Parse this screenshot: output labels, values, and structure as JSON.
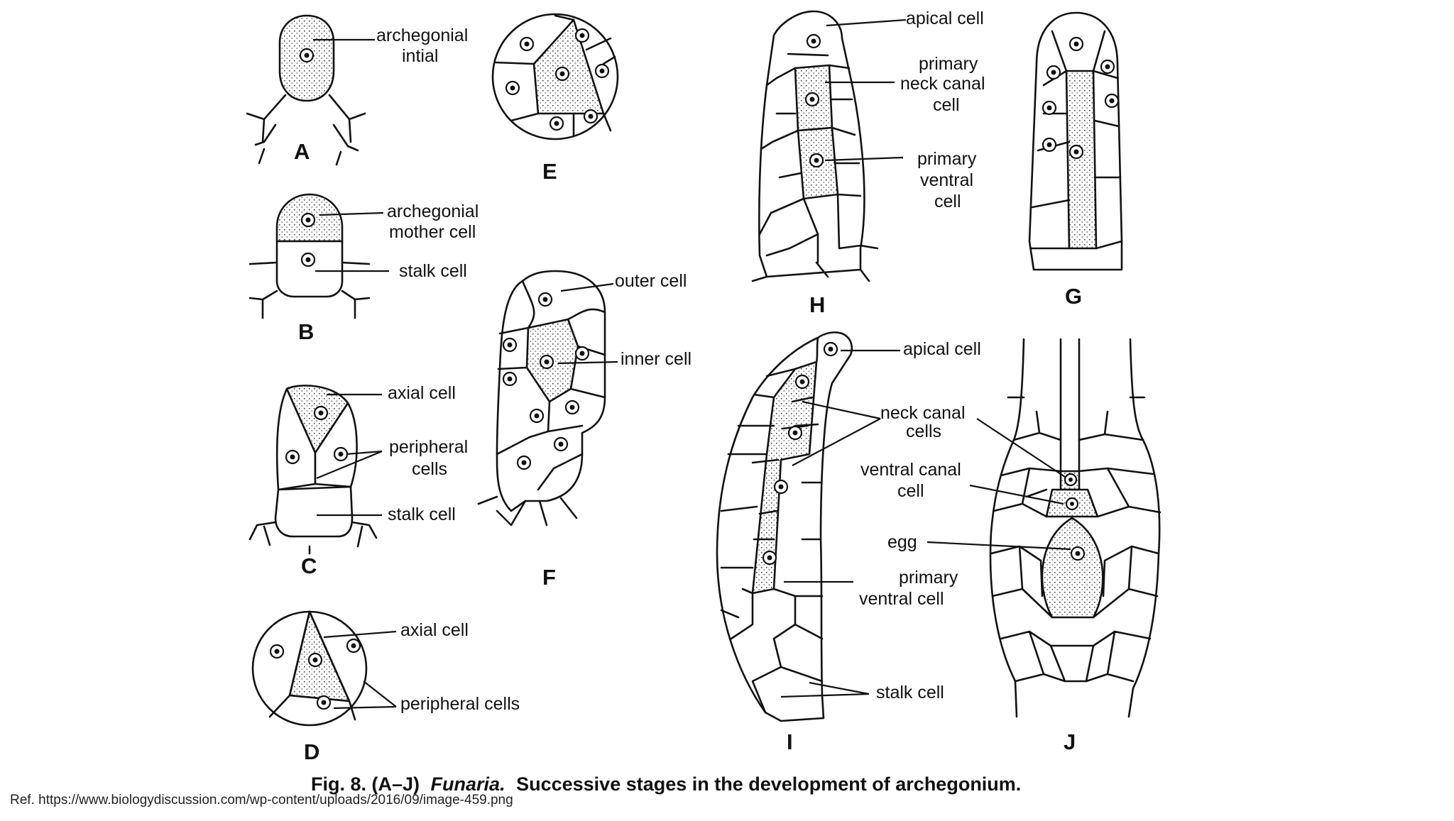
{
  "figure": {
    "caption_prefix": "Fig. 8. (A–J)",
    "caption_genus": "Funaria.",
    "caption_text": "Successive stages in the development of archegonium.",
    "reference": "Ref. https://www.biologydiscussion.com/wp-content/uploads/2016/09/image-459.png"
  },
  "panels": {
    "A": {
      "letter": "A",
      "labels": [
        "archegonial",
        "intial"
      ]
    },
    "B": {
      "letter": "B",
      "labels": [
        "archegonial",
        "mother cell",
        "stalk cell"
      ]
    },
    "C": {
      "letter": "C",
      "labels": [
        "axial cell",
        "peripheral",
        "cells",
        "stalk cell"
      ]
    },
    "D": {
      "letter": "D",
      "labels": [
        "axial cell",
        "peripheral cells"
      ]
    },
    "E": {
      "letter": "E"
    },
    "F": {
      "letter": "F",
      "labels": [
        "outer cell",
        "inner cell"
      ]
    },
    "H": {
      "letter": "H",
      "labels": [
        "apical cell",
        "primary",
        "neck canal",
        "cell",
        "primary",
        "ventral",
        "cell"
      ]
    },
    "G": {
      "letter": "G"
    },
    "I": {
      "letter": "I",
      "labels": [
        "apical cell",
        "neck canal",
        "cells",
        "primary",
        "ventral cell",
        "stalk cell"
      ]
    },
    "J": {
      "letter": "J",
      "labels": [
        "ventral canal",
        "cell",
        "egg"
      ]
    }
  },
  "colors": {
    "ink": "#111111",
    "background": "#ffffff"
  }
}
